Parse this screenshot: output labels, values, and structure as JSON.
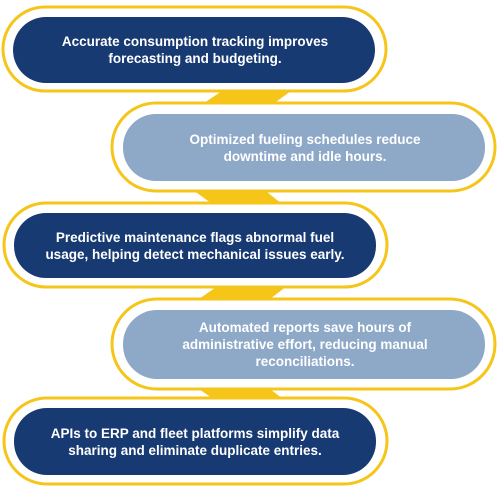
{
  "colors": {
    "dark_pill": "#183a73",
    "light_pill": "#8ea8c8",
    "outline": "#f6c51a",
    "text": "#ffffff"
  },
  "steps": [
    {
      "text": "Accurate consumption tracking improves forecasting and budgeting."
    },
    {
      "text": "Optimized fueling schedules reduce downtime and idle hours."
    },
    {
      "text": "Predictive maintenance flags abnormal fuel usage, helping detect mechanical issues early."
    },
    {
      "text": "Automated reports save hours of administrative effort, reducing manual reconciliations."
    },
    {
      "text": "APIs to ERP and fleet platforms simplify data sharing and eliminate duplicate entries."
    }
  ]
}
